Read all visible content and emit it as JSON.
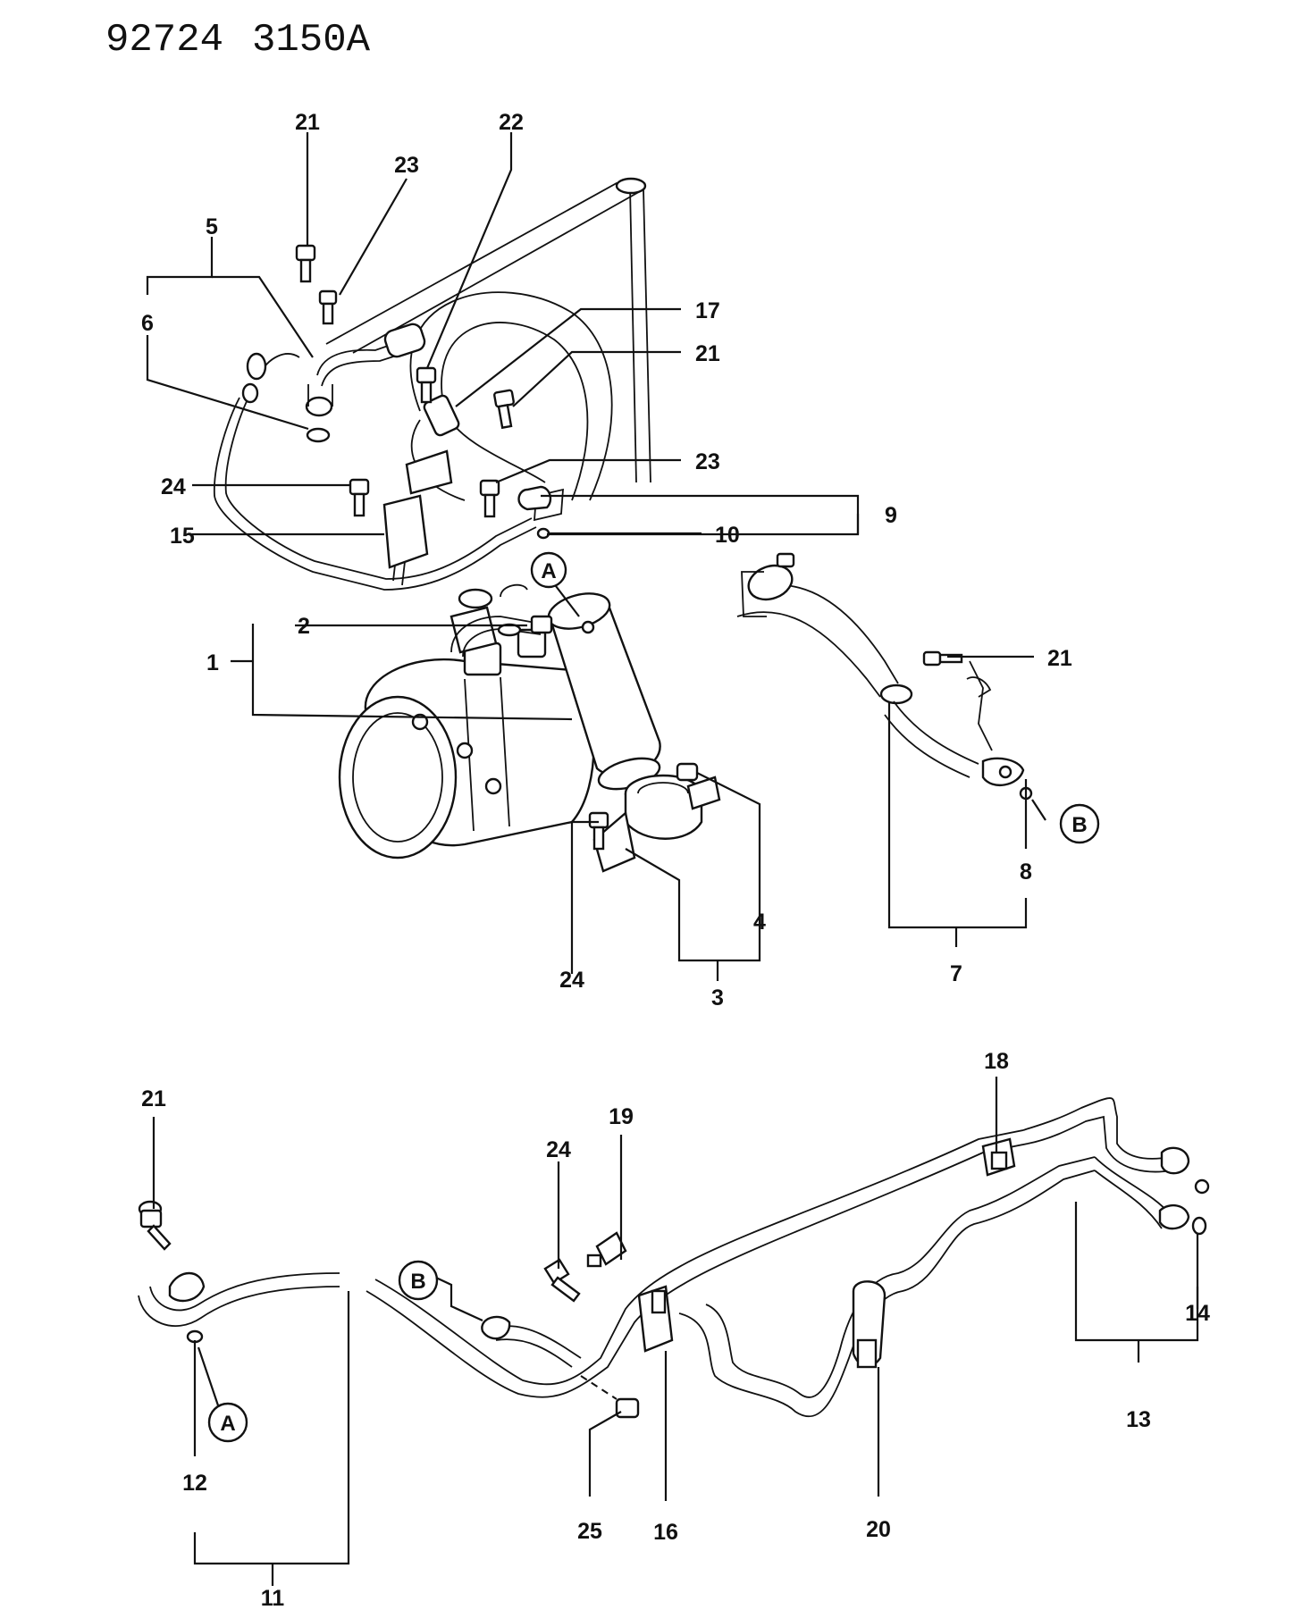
{
  "header": {
    "code_left": "92724",
    "code_right": "3150A"
  },
  "callouts": {
    "c1": "1",
    "c2": "2",
    "c3": "3",
    "c4": "4",
    "c5": "5",
    "c6": "6",
    "c7": "7",
    "c8": "8",
    "c9": "9",
    "c10": "10",
    "c11": "11",
    "c12": "12",
    "c13": "13",
    "c14": "14",
    "c15": "15",
    "c16": "16",
    "c17": "17",
    "c18": "18",
    "c19": "19",
    "c20": "20",
    "c21a": "21",
    "c21b": "21",
    "c21c": "21",
    "c21d": "21",
    "c22": "22",
    "c23a": "23",
    "c23b": "23",
    "c24a": "24",
    "c24b": "24",
    "c24c": "24",
    "c25": "25"
  },
  "connectors": {
    "a_upper": "A",
    "a_lower": "A",
    "b_upper": "B",
    "b_lower": "B"
  }
}
